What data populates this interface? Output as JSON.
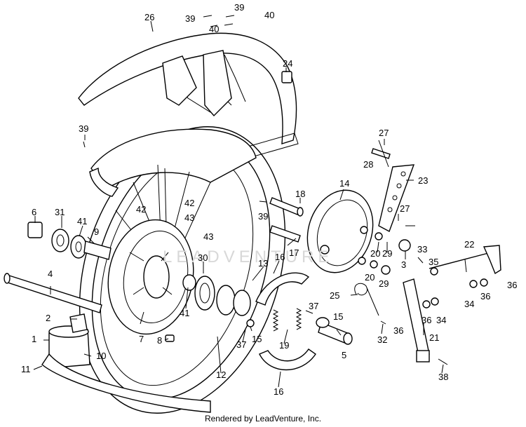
{
  "diagram": {
    "callouts": [
      {
        "id": "c26",
        "text": "26"
      },
      {
        "id": "c39a",
        "text": "39"
      },
      {
        "id": "c39b",
        "text": "39"
      },
      {
        "id": "c40a",
        "text": "40"
      },
      {
        "id": "c40b",
        "text": "40"
      },
      {
        "id": "c24",
        "text": "24"
      },
      {
        "id": "c39c",
        "text": "39"
      },
      {
        "id": "c27a",
        "text": "27"
      },
      {
        "id": "c28",
        "text": "28"
      },
      {
        "id": "c14",
        "text": "14"
      },
      {
        "id": "c23",
        "text": "23"
      },
      {
        "id": "c18",
        "text": "18"
      },
      {
        "id": "c39d",
        "text": "39"
      },
      {
        "id": "c27b",
        "text": "27"
      },
      {
        "id": "c42a",
        "text": "42"
      },
      {
        "id": "c42b",
        "text": "42"
      },
      {
        "id": "c43a",
        "text": "43"
      },
      {
        "id": "c43b",
        "text": "43"
      },
      {
        "id": "c6",
        "text": "6"
      },
      {
        "id": "c31",
        "text": "31"
      },
      {
        "id": "c41a",
        "text": "41"
      },
      {
        "id": "c9",
        "text": "9"
      },
      {
        "id": "c17",
        "text": "17"
      },
      {
        "id": "c20a",
        "text": "20"
      },
      {
        "id": "c29a",
        "text": "29"
      },
      {
        "id": "c3",
        "text": "3"
      },
      {
        "id": "c33",
        "text": "33"
      },
      {
        "id": "c22",
        "text": "22"
      },
      {
        "id": "c35",
        "text": "35"
      },
      {
        "id": "c20b",
        "text": "20"
      },
      {
        "id": "c29b",
        "text": "29"
      },
      {
        "id": "c36a",
        "text": "36"
      },
      {
        "id": "c16a",
        "text": "16"
      },
      {
        "id": "c30",
        "text": "30"
      },
      {
        "id": "c13",
        "text": "13"
      },
      {
        "id": "c4",
        "text": "4"
      },
      {
        "id": "c25",
        "text": "25"
      },
      {
        "id": "c34a",
        "text": "34"
      },
      {
        "id": "c36b",
        "text": "36"
      },
      {
        "id": "c37a",
        "text": "37"
      },
      {
        "id": "c15a",
        "text": "15"
      },
      {
        "id": "c36c",
        "text": "36"
      },
      {
        "id": "c34b",
        "text": "34"
      },
      {
        "id": "c2",
        "text": "2"
      },
      {
        "id": "c41b",
        "text": "41"
      },
      {
        "id": "c7",
        "text": "7"
      },
      {
        "id": "c19",
        "text": "19"
      },
      {
        "id": "c36d",
        "text": "36"
      },
      {
        "id": "c32",
        "text": "32"
      },
      {
        "id": "c21",
        "text": "21"
      },
      {
        "id": "c1",
        "text": "1"
      },
      {
        "id": "c8",
        "text": "8"
      },
      {
        "id": "c37b",
        "text": "37"
      },
      {
        "id": "c15b",
        "text": "15"
      },
      {
        "id": "c5",
        "text": "5"
      },
      {
        "id": "c10",
        "text": "10"
      },
      {
        "id": "c11",
        "text": "11"
      },
      {
        "id": "c12",
        "text": "12"
      },
      {
        "id": "c16b",
        "text": "16"
      },
      {
        "id": "c38",
        "text": "38"
      }
    ],
    "watermark": "LEADVENTURE",
    "footer": "Rendered by LeadVenture, Inc."
  }
}
